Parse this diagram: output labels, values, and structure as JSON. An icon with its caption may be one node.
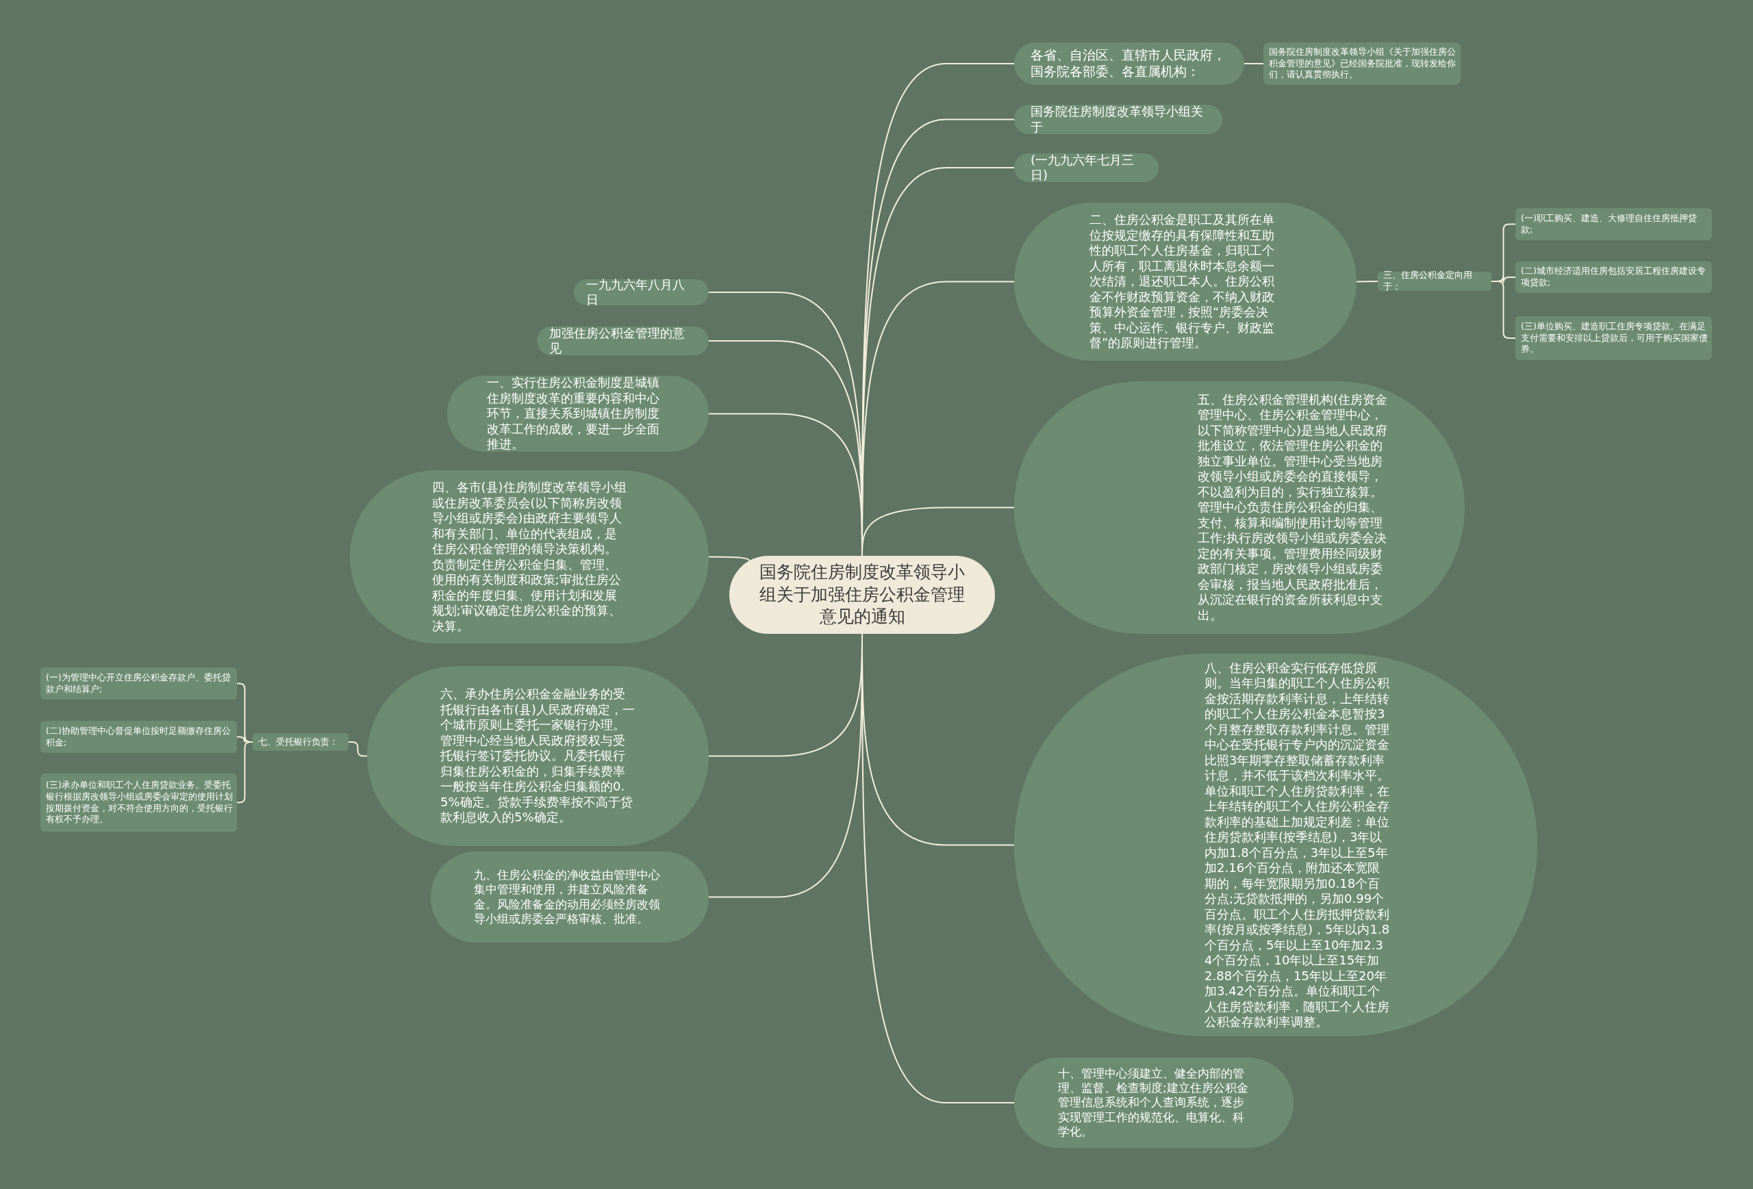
{
  "diagram": {
    "nodes": [
      {
        "text": [
          "国务院住房制度改革领导小组关于加强住房公积金管理意见的通知"
        ]
      },
      {
        "text": [
          "各省、自治区、直辖市人民政府，国务院各部委、各直属机构："
        ]
      },
      {
        "text": [
          "国务院住房制度改革领导小组《关于加强住房公积金管理的意见》已经国务院批准，现转发给你们，请认真贯彻执行。"
        ]
      },
      {
        "text": [
          "国务院住房制度改革领导小组关于"
        ]
      },
      {
        "text": [
          "(一九九六年七月三日)"
        ]
      },
      {
        "text": [
          "二、住房公积金是职工及其所在单位按规定缴存的具有保障性和互助性的职工个人住房基金，归职工个人所有，职工离退休时本息余额一次结清，退还职工本人。住房公积金不作财政预算资金，不纳入财政预算外资金管理，按照“房委会决策、中心运作、银行专户、财政监督”的原则进行管理。"
        ]
      },
      {
        "text": [
          "三、住房公积金定向用于："
        ]
      },
      {
        "text": [
          "(一)职工购买、建造、大修理自住住房抵押贷款;"
        ]
      },
      {
        "text": [
          "(二)城市经济适用住房包括安居工程住房建设专项贷款;"
        ]
      },
      {
        "text": [
          "(三)单位购买、建造职工住房专项贷款。在满足支付需要和安排以上贷款后，可用于购买国家债券。"
        ]
      },
      {
        "text": [
          "五、住房公积金管理机构(住房资金管理中心、住房公积金管理中心，以下简称管理中心)是当地人民政府批准设立，依法管理住房公积金的独立事业单位。管理中心受当地房改领导小组或房委会的直接领导，不以盈利为目的，实行独立核算。管理中心负责住房公积金的归集、支付、核算和编制使用计划等管理工作;执行房改领导小组或房委会决定的有关事项。管理费用经同级财政部门核定，房改领导小组或房委会审核，报当地人民政府批准后，从沉淀在银行的资金所获利息中支出。"
        ]
      },
      {
        "text": [
          "八、住房公积金实行低存低贷原则。当年归集的职工个人住房公积金按活期存款利率计息，上年结转的职工个人住房公积金本息暂按3个月整存整取存款利率计息。管理中心在受托银行专户内的沉淀资金比照3年期零存整取储蓄存款利率计息，并不低于该档次利率水平。单位和职工个人住房贷款利率，在上年结转的职工个人住房公积金存款利率的基础上加规定利差：单位住房贷款利率(按季结息)，3年以内加1.8个百分点，3年以上至5年加2.16个百分点，附加还本宽限期的，每年宽限期另加0.18个百分点;无贷款抵押的，另加0.99个百分点。职工个人住房抵押贷款利率(按月或按季结息)，5年以内1.8个百分点，5年以上至10年加2.34个百分点，10年以上至15年加2.88个百分点，15年以上至20年加3.42个百分点。单位和职工个人住房贷款利率，随职工个人住房公积金存款利率调整。"
        ]
      },
      {
        "text": [
          "十、管理中心须建立、健全内部的管理、监督、检查制度;建立住房公积金管理信息系统和个人查询系统，逐步实现管理工作的规范化、电算化、科学化。"
        ]
      },
      {
        "text": [
          "一九九六年八月八日"
        ]
      },
      {
        "text": [
          "加强住房公积金管理的意见"
        ]
      },
      {
        "text": [
          "一、实行住房公积金制度是城镇住房制度改革的重要内容和中心环节，直接关系到城镇住房制度改革工作的成败，要进一步全面推进。"
        ]
      },
      {
        "text": [
          "四、各市(县)住房制度改革领导小组或住房改革委员会(以下简称房改领导小组或房委会)由政府主要领导人和有关部门、单位的代表组成，是住房公积金管理的领导决策机构。负责制定住房公积金归集、管理、使用的有关制度和政策;审批住房公积金的年度归集、使用计划和发展规划;审议确定住房公积金的预算、决算。"
        ]
      },
      {
        "text": [
          "六、承办住房公积金金融业务的受托银行由各市(县)人民政府确定，一个城市原则上委托一家银行办理。管理中心经当地人民政府授权与受托银行签订委托协议。凡委托银行归集住房公积金的，归集手续费率一般按当年住房公积金归集额的0.5%确定。贷款手续费率按不高于贷款利息收入的5%确定。"
        ]
      },
      {
        "text": [
          "七、受托银行负责："
        ]
      },
      {
        "text": [
          "(一)为管理中心开立住房公积金存款户、委托贷款户和结算户;"
        ]
      },
      {
        "text": [
          "(二)协助管理中心督促单位按时足额缴存住房公积金;"
        ]
      },
      {
        "text": [
          "(三)承办单位和职工个人住房贷款业务。受委托银行根据房改领导小组或房委会审定的使用计划按期拨付资金，对不符合使用方向的，受托银行有权不予办理。"
        ]
      },
      {
        "text": [
          "九、住房公积金的净收益由管理中心集中管理和使用，并建立风险准备金。风险准备金的动用必须经房改领导小组或房委会严格审核、批准。"
        ]
      }
    ],
    "edges": [
      {
        "from": 0,
        "to": 1,
        "arrow": "none"
      },
      {
        "from": 1,
        "to": 2,
        "arrow": "none"
      },
      {
        "from": 0,
        "to": 3,
        "arrow": "none"
      },
      {
        "from": 0,
        "to": 4,
        "arrow": "none"
      },
      {
        "from": 0,
        "to": 5,
        "arrow": "none"
      },
      {
        "from": 5,
        "to": 6,
        "arrow": "none"
      },
      {
        "from": 6,
        "to": 7,
        "arrow": "none"
      },
      {
        "from": 6,
        "to": 8,
        "arrow": "none"
      },
      {
        "from": 6,
        "to": 9,
        "arrow": "none"
      },
      {
        "from": 0,
        "to": 10,
        "arrow": "none"
      },
      {
        "from": 0,
        "to": 11,
        "arrow": "none"
      },
      {
        "from": 0,
        "to": 12,
        "arrow": "none"
      },
      {
        "from": 0,
        "to": 13,
        "arrow": "none"
      },
      {
        "from": 0,
        "to": 14,
        "arrow": "none"
      },
      {
        "from": 0,
        "to": 15,
        "arrow": "none"
      },
      {
        "from": 0,
        "to": 16,
        "arrow": "none"
      },
      {
        "from": 0,
        "to": 17,
        "arrow": "none"
      },
      {
        "from": 17,
        "to": 18,
        "arrow": "none"
      },
      {
        "from": 18,
        "to": 19,
        "arrow": "none"
      },
      {
        "from": 18,
        "to": 20,
        "arrow": "none"
      },
      {
        "from": 18,
        "to": 21,
        "arrow": "none"
      },
      {
        "from": 0,
        "to": 22,
        "arrow": "none"
      }
    ]
  }
}
